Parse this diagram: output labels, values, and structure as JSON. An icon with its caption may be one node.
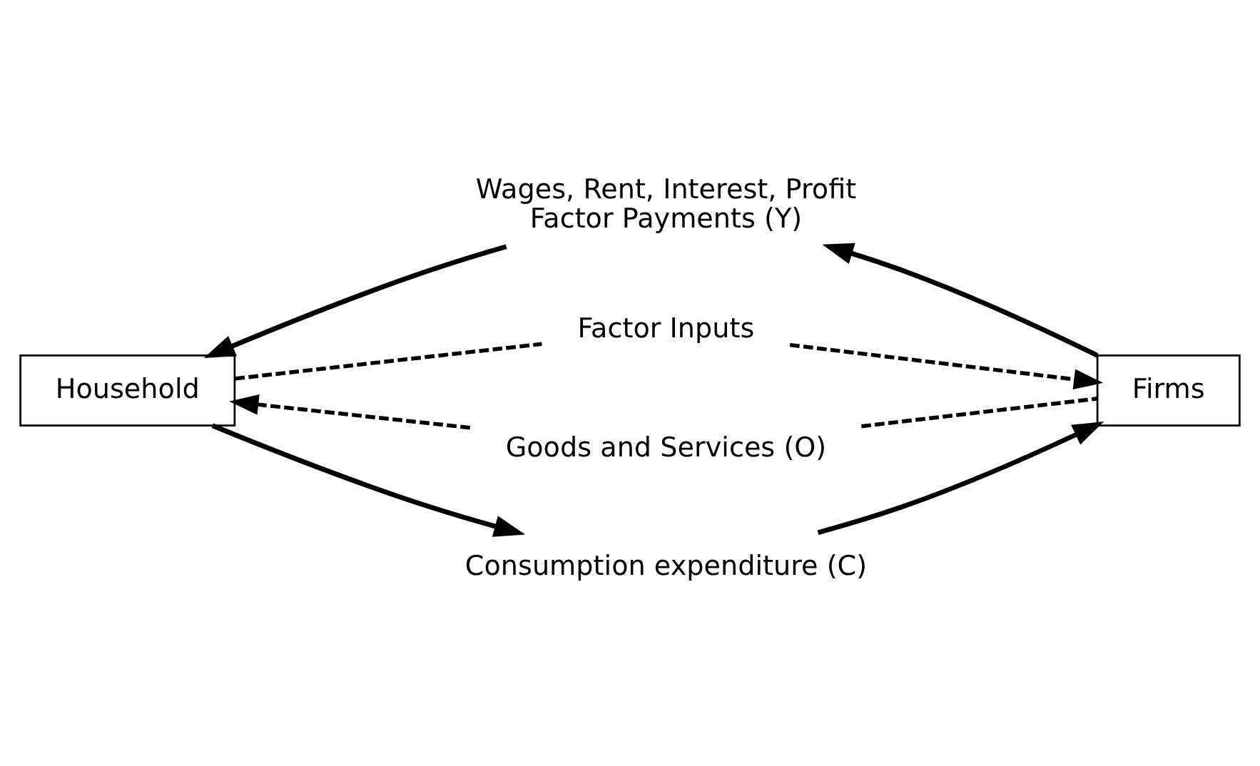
{
  "diagram": {
    "nodes": [
      {
        "text": [
          "Household"
        ]
      },
      {
        "text": [
          "Firms"
        ]
      },
      {
        "text": [
          "Wages, Rent, Interest, Profit",
          "Factor Payments (Y)"
        ]
      },
      {
        "text": [
          "Factor Inputs"
        ]
      },
      {
        "text": [
          "Goods and Services (O)"
        ]
      },
      {
        "text": [
          "Consumption expenditure (C)"
        ]
      }
    ],
    "edges": [
      {
        "from": 1,
        "to": 2,
        "arrow": "to"
      },
      {
        "from": 2,
        "to": 0,
        "arrow": "to"
      },
      {
        "from": 0,
        "to": 3,
        "arrow": "none",
        "style": "dashed"
      },
      {
        "from": 3,
        "to": 1,
        "arrow": "to",
        "style": "dashed"
      },
      {
        "from": 1,
        "to": 4,
        "arrow": "none",
        "style": "dashed"
      },
      {
        "from": 4,
        "to": 0,
        "arrow": "to",
        "style": "dashed"
      },
      {
        "from": 0,
        "to": 5,
        "arrow": "to"
      },
      {
        "from": 5,
        "to": 1,
        "arrow": "to"
      }
    ]
  }
}
